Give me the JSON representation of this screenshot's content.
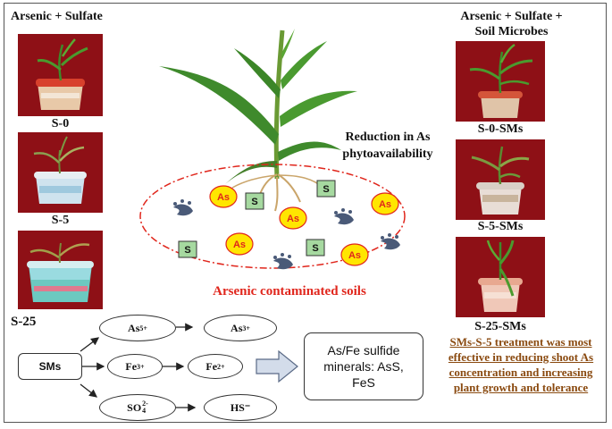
{
  "left": {
    "heading": "Arsenic + Sulfate",
    "treatments": [
      "S-0",
      "S-5",
      "S-25"
    ]
  },
  "right": {
    "heading_line1": "Arsenic + Sulfate +",
    "heading_line2": "Soil Microbes",
    "treatments": [
      "S-0-SMs",
      "S-5-SMs",
      "S-25-SMs"
    ]
  },
  "center": {
    "reduction_line1": "Reduction in As",
    "reduction_line2": "phytoavailability",
    "soil_title": "Arsenic contaminated soils",
    "as_label": "As",
    "s_label": "S"
  },
  "flow": {
    "sms": "SMs",
    "as5": "As",
    "as5_sup": "5+",
    "as3": "As",
    "as3_sup": "3+",
    "fe3": "Fe",
    "fe3_sup": "3+",
    "fe2": "Fe",
    "fe2_sup": "2+",
    "so4": "SO",
    "so4_sub": "4",
    "so4_sup": "2-",
    "hs": "HS⁻",
    "result_line1": "As/Fe sulfide",
    "result_line2": "minerals: AsS,",
    "result_line3": "FeS"
  },
  "summary": "SMs-S-5 treatment was most effective in reducing shoot As concentration and increasing plant growth and tolerance",
  "colors": {
    "photo_bg": "#8e1016",
    "arsenic_red": "#e0261c",
    "as_badge_fill": "#ffe600",
    "sulfate_box": "#a6d9a0",
    "microbe": "#4a5a78",
    "summary_text": "#8a4a10"
  }
}
